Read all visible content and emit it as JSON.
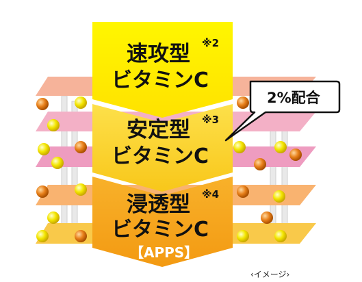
{
  "chevrons": [
    {
      "title": "速攻型",
      "note": "※2",
      "subtitle": "ビタミンC",
      "color": "#fff200"
    },
    {
      "title": "安定型",
      "note": "※3",
      "subtitle": "ビタミンC",
      "color": "#fcd116"
    },
    {
      "title": "浸透型",
      "note": "※4",
      "subtitle": "ビタミンC",
      "color": "#f7a21b"
    }
  ],
  "apps_label": "【APPS】",
  "callout": {
    "text": "2%配合"
  },
  "caption": "‹イメージ›",
  "colors": {
    "layer_peach": "#f6b39a",
    "layer_pink": "#f2a8c8",
    "layer_orange": "#f8b96b",
    "layer_yellow": "#f8d24a",
    "sphere_yellow": "#f3e600",
    "sphere_orange": "#e8801a"
  }
}
